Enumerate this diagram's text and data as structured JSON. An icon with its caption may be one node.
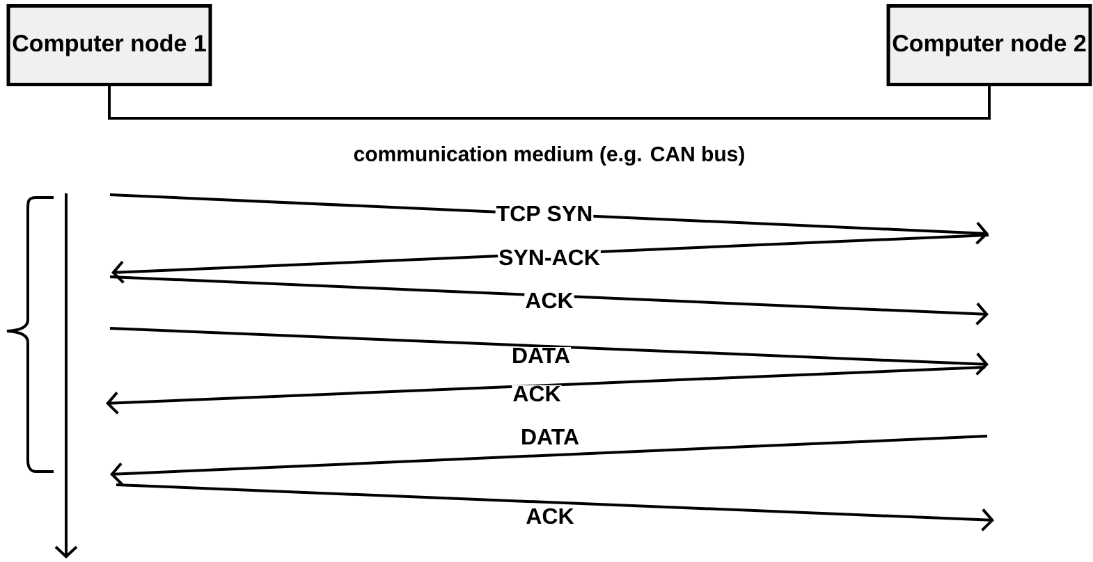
{
  "diagram": {
    "nodes": [
      {
        "text": [
          "Computer node 1"
        ]
      },
      {
        "text": [
          "Computer node 2"
        ]
      }
    ],
    "edges": [
      {
        "from": 0,
        "to": 1,
        "arrow": "none",
        "label": "communication medium (e.g. CAN bus)"
      }
    ],
    "labels": [
      "TCP SYN",
      "SYN-ACK",
      "ACK",
      "DATA",
      "ACK",
      "DATA",
      "ACK"
    ]
  }
}
